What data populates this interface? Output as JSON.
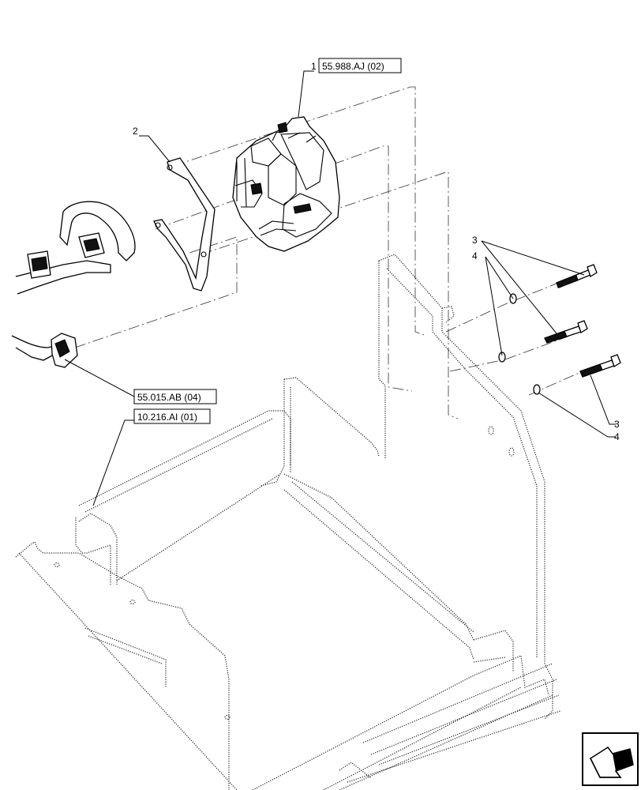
{
  "callouts": {
    "item_1": "1",
    "item_2": "2",
    "item_3a": "3",
    "item_3b": "3",
    "item_4a": "4",
    "item_4b": "4"
  },
  "references": {
    "ref_blower": "55.988.AJ (02)",
    "ref_harness": "55.015.AB (04)",
    "ref_frame": "10.216.AI (01)"
  },
  "icons": {
    "nav_icon": "previous-page-arrow-icon"
  }
}
